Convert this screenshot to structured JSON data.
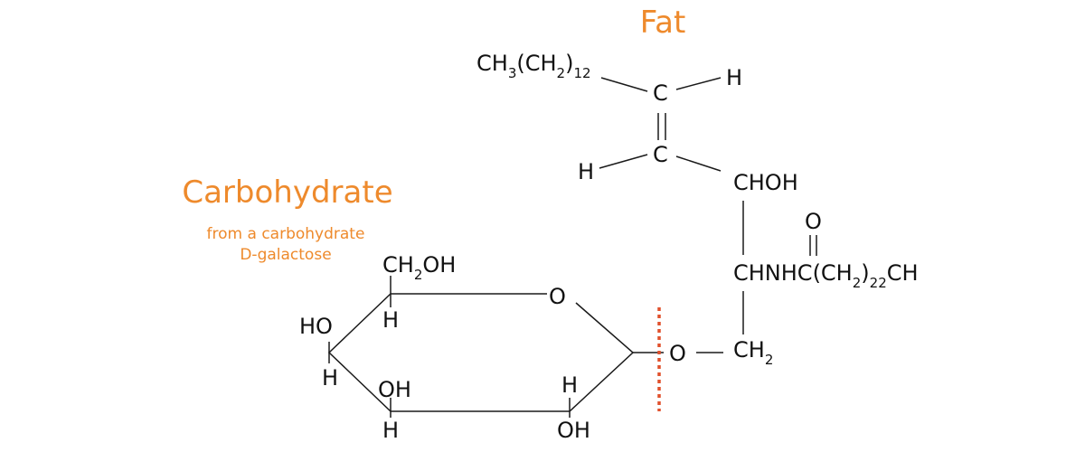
{
  "colors": {
    "heading": "#ee8a2c",
    "cut_line": "#e0502c",
    "text": "#111111"
  },
  "fat": {
    "title": "Fat",
    "chain": {
      "base": "CH",
      "sub1": "3",
      "paren_open": "(CH",
      "sub2": "2",
      "paren_close": ")",
      "sub3": "12"
    },
    "c_top": "C",
    "h_top": "H",
    "c_bottom": "C",
    "h_bottom": "H",
    "choh": "CHOH",
    "o_carbonyl": "O",
    "amide": {
      "base": "CHNHC(CH",
      "sub1": "2",
      "close": ")",
      "sub2": "22",
      "end": "CH"
    },
    "ch2": {
      "base": "CH",
      "sub": "2"
    }
  },
  "carbohydrate": {
    "title": "Carbohydrate",
    "subtitle_line1": "from a carbohydrate",
    "subtitle_line2": "D-galactose",
    "ch2oh": {
      "base": "CH",
      "sub": "2",
      "end": "OH"
    },
    "h_c5": "H",
    "ring_o": "O",
    "ho_c4": "HO",
    "h_c4": "H",
    "oh_c3": "OH",
    "h_c3": "H",
    "h_c2": "H",
    "oh_c2": "OH"
  },
  "linkage_o": "O"
}
